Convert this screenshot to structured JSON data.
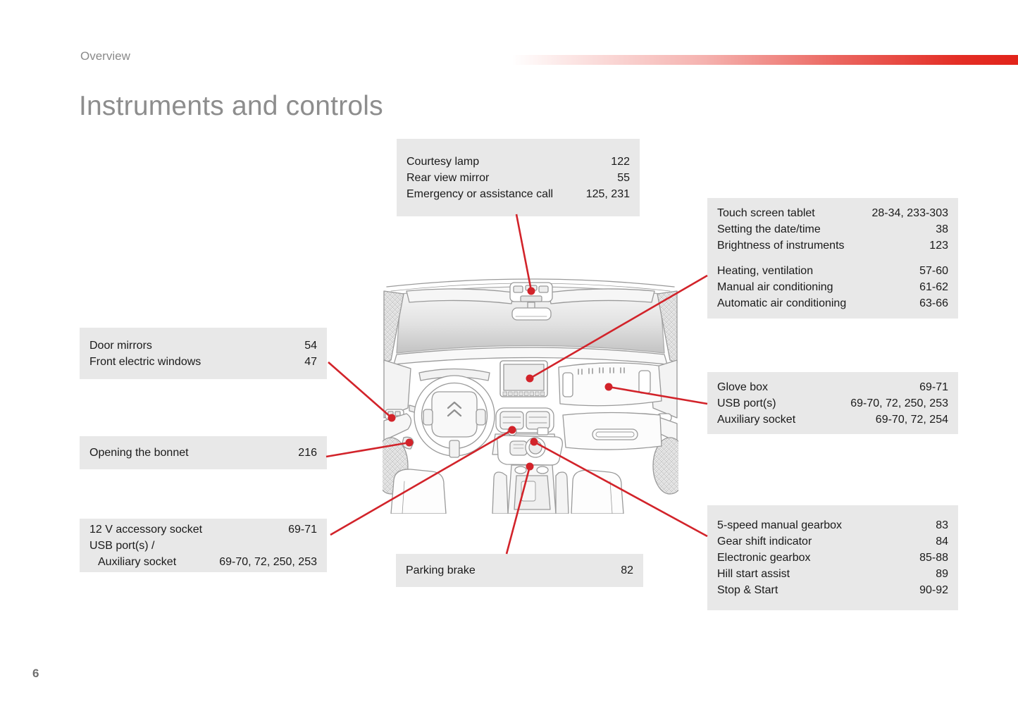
{
  "page": {
    "breadcrumb": "Overview",
    "title": "Instruments and controls",
    "page_number": "6"
  },
  "colors": {
    "callout_red": "#d2232a",
    "header_bar_red": "#e2231a",
    "box_bg": "#e8e8e8",
    "title_gray": "#8d8d8d",
    "text": "#1a1a1a",
    "line_art_gray": "#9a9a9a"
  },
  "callouts": {
    "courtesy_lamp": {
      "rows": [
        {
          "label": "Courtesy lamp",
          "pages": "122"
        },
        {
          "label": "Rear view mirror",
          "pages": "55"
        },
        {
          "label": "Emergency or assistance call",
          "pages": "125, 231"
        }
      ]
    },
    "touch_and_climate": {
      "rows": [
        {
          "label": "Touch screen tablet",
          "pages": "28-34, 233-303"
        },
        {
          "label": "Setting the date/time",
          "pages": "38"
        },
        {
          "label": "Brightness of instruments",
          "pages": "123"
        },
        {
          "label": "Heating, ventilation",
          "pages": "57-60"
        },
        {
          "label": "Manual air conditioning",
          "pages": "61-62"
        },
        {
          "label": "Automatic air conditioning",
          "pages": "63-66"
        }
      ]
    },
    "door_mirrors": {
      "rows": [
        {
          "label": "Door mirrors",
          "pages": "54"
        },
        {
          "label": "Front electric windows",
          "pages": "47"
        }
      ]
    },
    "bonnet": {
      "rows": [
        {
          "label": "Opening the bonnet",
          "pages": "216"
        }
      ]
    },
    "accessory_socket": {
      "rows": [
        {
          "label": "12 V accessory socket",
          "pages": "69-71"
        },
        {
          "label": "USB port(s) /",
          "pages": ""
        },
        {
          "label": "Auxiliary socket",
          "pages": "69-70, 72, 250, 253"
        }
      ]
    },
    "parking_brake": {
      "rows": [
        {
          "label": "Parking brake",
          "pages": "82"
        }
      ]
    },
    "glove_box": {
      "rows": [
        {
          "label": "Glove box",
          "pages": "69-71"
        },
        {
          "label": "USB port(s)",
          "pages": "69-70, 72, 250, 253"
        },
        {
          "label": "Auxiliary socket",
          "pages": "69-70, 72, 254"
        }
      ]
    },
    "gearbox": {
      "rows": [
        {
          "label": "5-speed manual gearbox",
          "pages": "83"
        },
        {
          "label": "Gear shift indicator",
          "pages": "84"
        },
        {
          "label": "Electronic gearbox",
          "pages": "85-88"
        },
        {
          "label": "Hill start assist",
          "pages": "89"
        },
        {
          "label": "Stop & Start",
          "pages": "90-92"
        }
      ]
    }
  }
}
